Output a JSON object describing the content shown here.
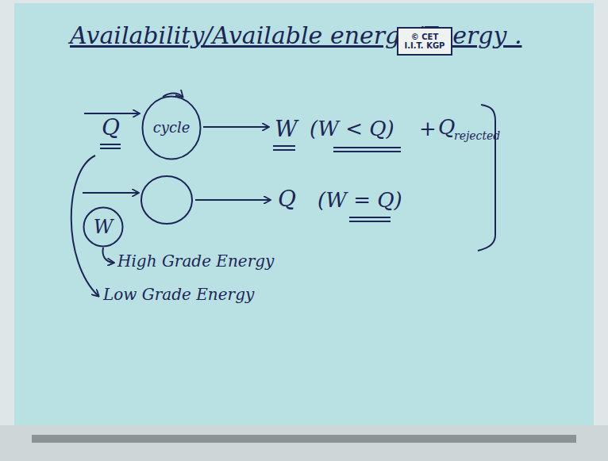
{
  "diagram": {
    "title": "Availability/Available energy/Exergy .",
    "nodes": [
      {
        "text": [
          "© CET",
          "I.I.T. KGP"
        ]
      },
      {
        "text": [
          "cycle"
        ]
      },
      {
        "text": [
          "W"
        ]
      }
    ],
    "labels": [
      "Q",
      "W",
      "(W < Q)",
      "+",
      "Q",
      "rejected",
      "Q",
      "(W = Q)",
      "High Grade Energy",
      "Low Grade Energy"
    ]
  }
}
